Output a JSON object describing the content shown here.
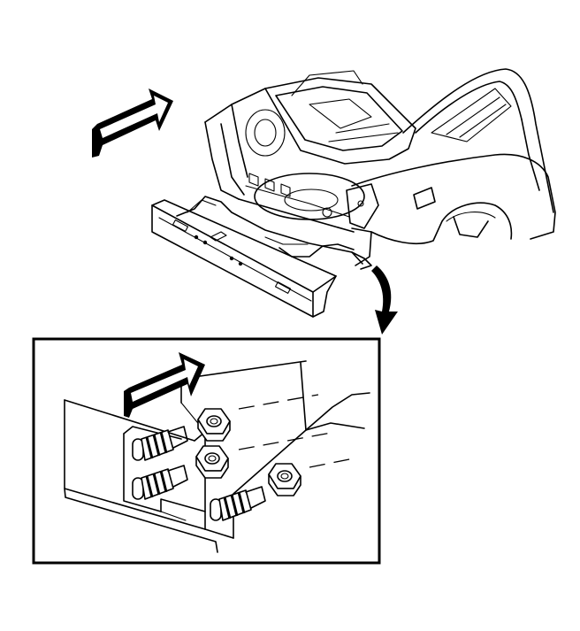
{
  "figure": {
    "main_view": "vehicle-rear-body-with-bumper-impact-bar",
    "detail_view": "impact-bar-mounting-studs-and-nuts",
    "fastener_count": 3,
    "colors": {
      "line": "#000000",
      "background": "#ffffff"
    },
    "icons": [
      "direction-arrow-icon",
      "callout-arrow-icon",
      "stud-icon",
      "hex-nut-icon"
    ]
  }
}
